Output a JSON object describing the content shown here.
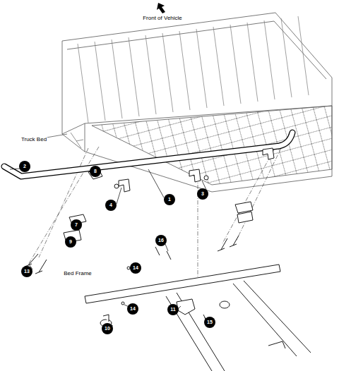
{
  "diagram": {
    "labels": [
      "Front of Vehicle",
      "Truck Bed",
      "2",
      "8",
      "1",
      "3",
      "4",
      "7",
      "9",
      "13",
      "16",
      "14",
      "Bed Frame",
      "14",
      "11",
      "15",
      "10"
    ]
  }
}
